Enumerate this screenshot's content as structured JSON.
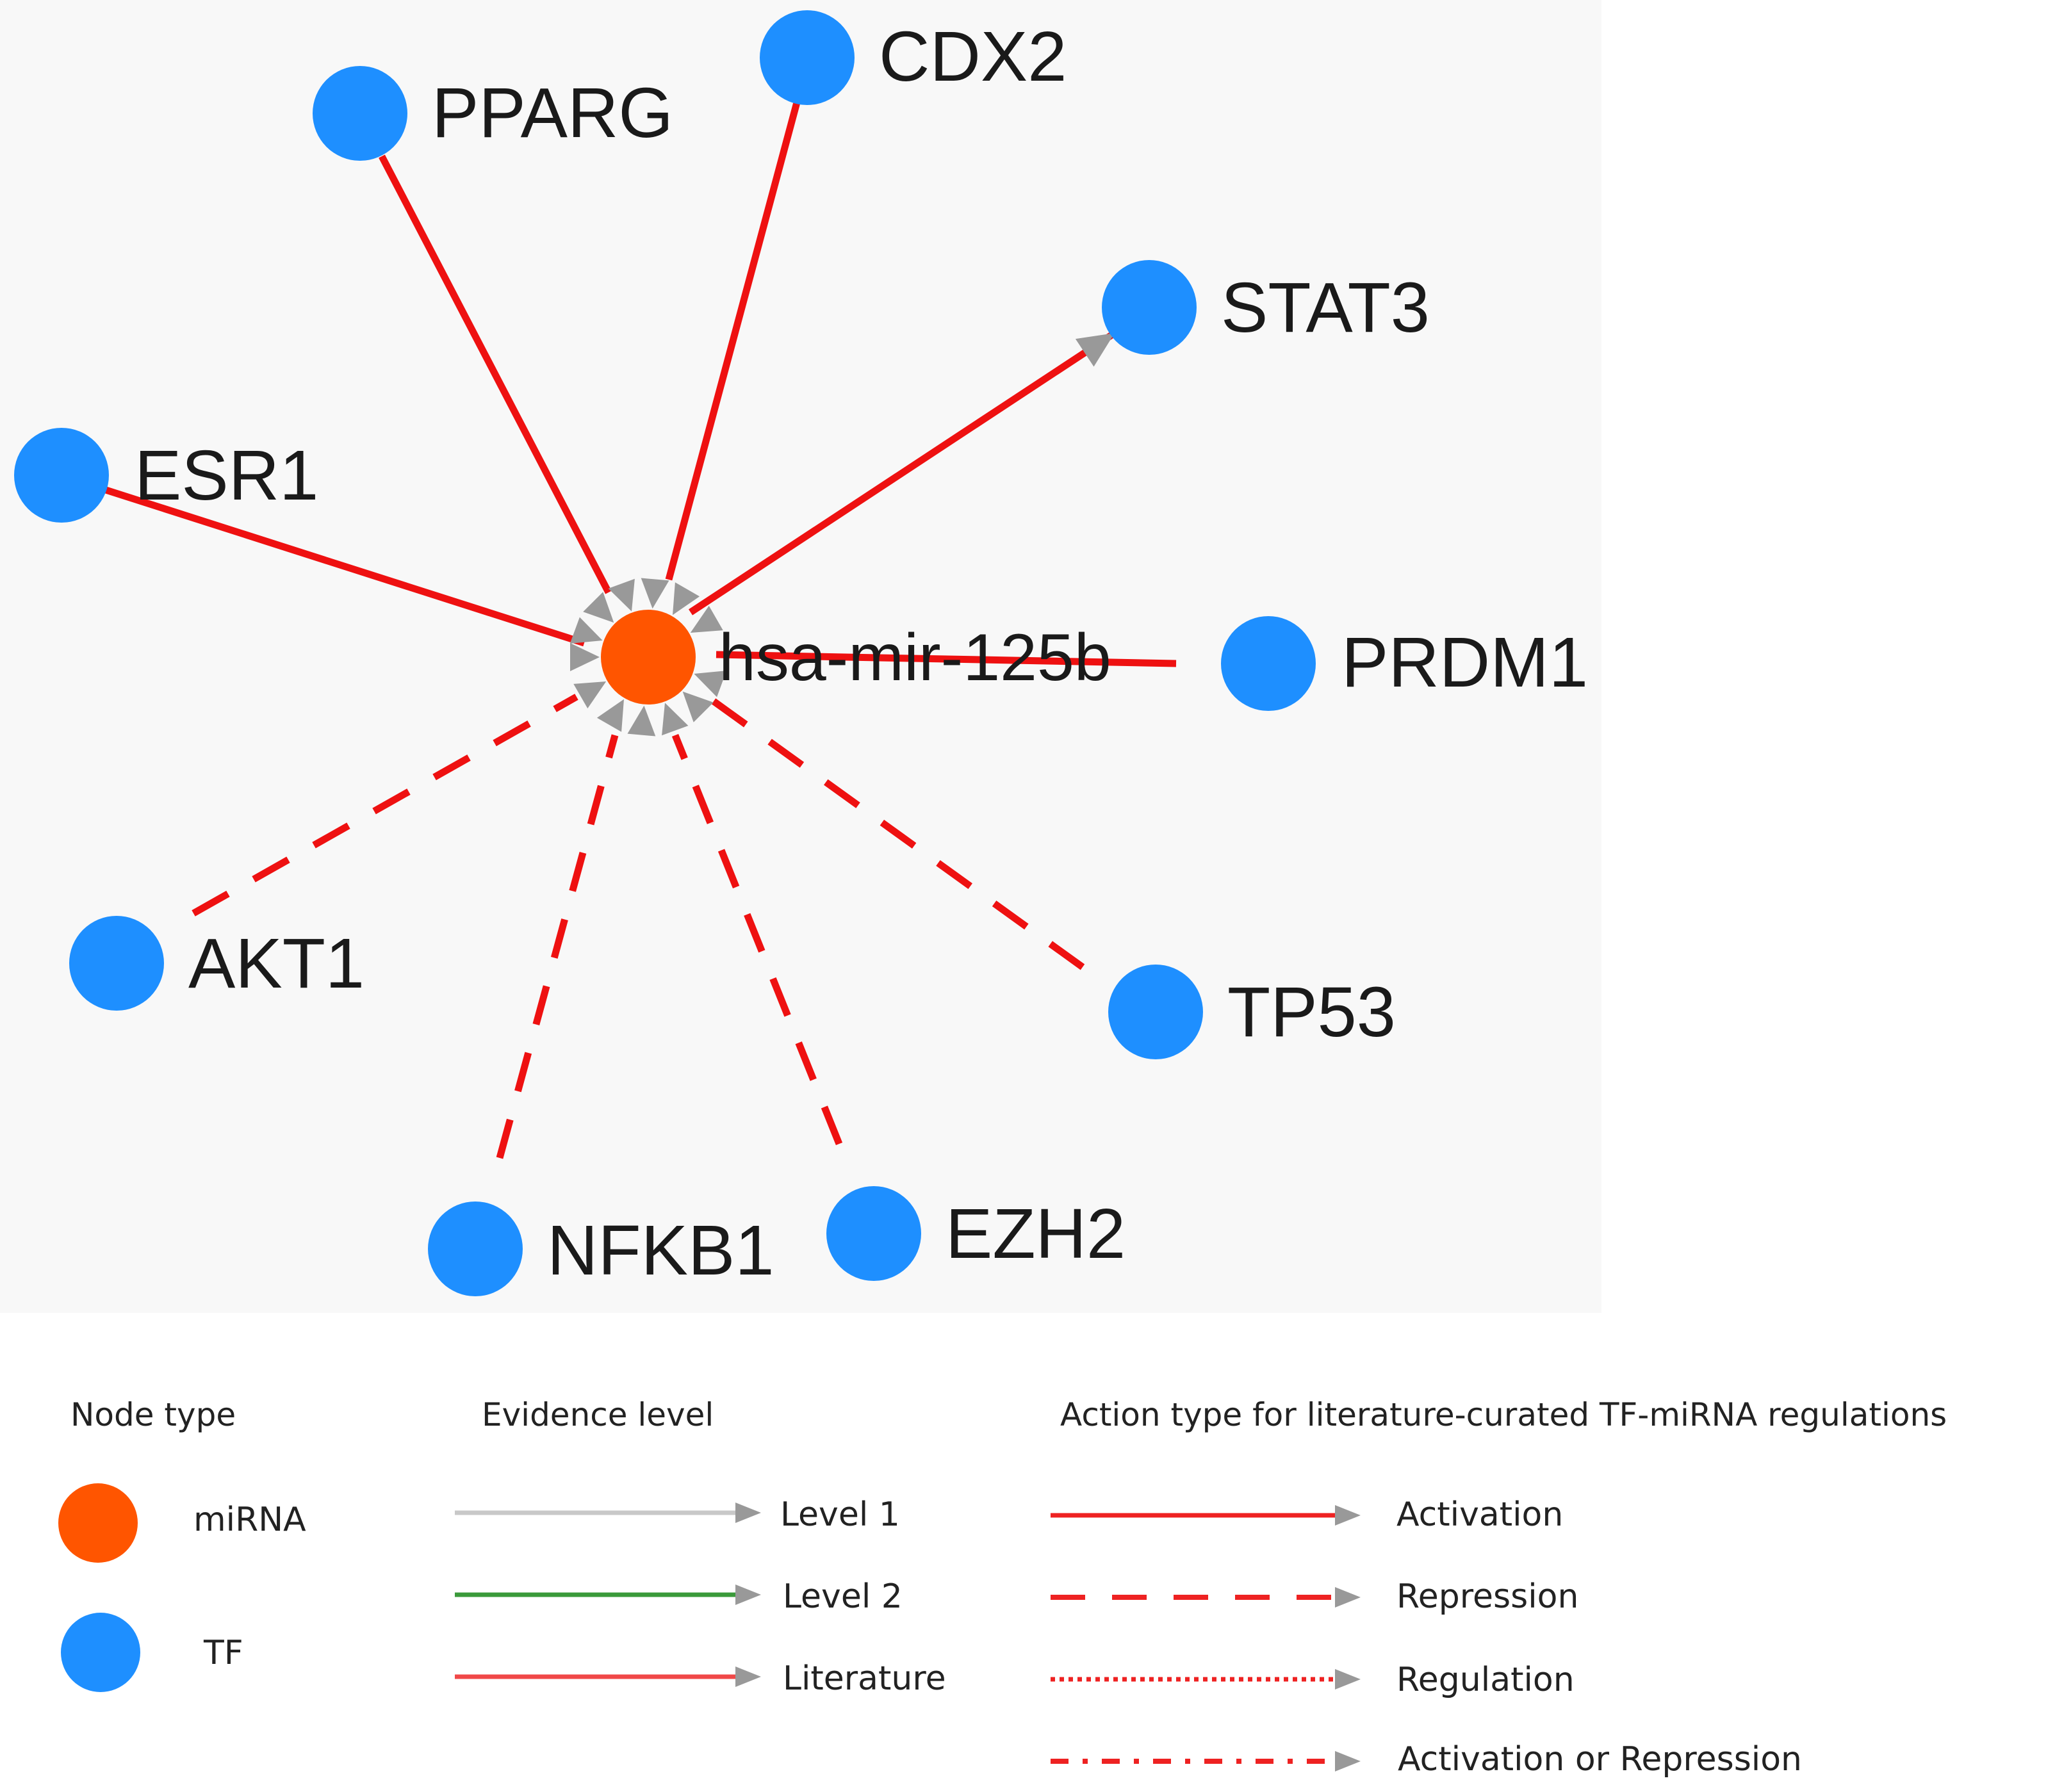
{
  "network": {
    "center": {
      "id": "hsa-mir-125b",
      "label": "hsa-mir-125b",
      "type": "miRNA"
    },
    "nodes": [
      {
        "id": "PPARG",
        "label": "PPARG",
        "type": "TF"
      },
      {
        "id": "CDX2",
        "label": "CDX2",
        "type": "TF"
      },
      {
        "id": "STAT3",
        "label": "STAT3",
        "type": "TF"
      },
      {
        "id": "ESR1",
        "label": "ESR1",
        "type": "TF"
      },
      {
        "id": "PRDM1",
        "label": "PRDM1",
        "type": "TF"
      },
      {
        "id": "AKT1",
        "label": "AKT1",
        "type": "TF"
      },
      {
        "id": "TP53",
        "label": "TP53",
        "type": "TF"
      },
      {
        "id": "NFKB1",
        "label": "NFKB1",
        "type": "TF"
      },
      {
        "id": "EZH2",
        "label": "EZH2",
        "type": "TF"
      }
    ],
    "edges": [
      {
        "from": "PPARG",
        "to": "hsa-mir-125b",
        "evidence": "Literature",
        "action": "Activation"
      },
      {
        "from": "CDX2",
        "to": "hsa-mir-125b",
        "evidence": "Literature",
        "action": "Activation"
      },
      {
        "from": "ESR1",
        "to": "hsa-mir-125b",
        "evidence": "Literature",
        "action": "Activation"
      },
      {
        "from": "hsa-mir-125b",
        "to": "STAT3",
        "evidence": "Literature",
        "action": "Activation"
      },
      {
        "from": "PRDM1",
        "to": "hsa-mir-125b",
        "evidence": "Literature",
        "action": "Activation"
      },
      {
        "from": "AKT1",
        "to": "hsa-mir-125b",
        "evidence": "Literature",
        "action": "Repression"
      },
      {
        "from": "TP53",
        "to": "hsa-mir-125b",
        "evidence": "Literature",
        "action": "Repression"
      },
      {
        "from": "NFKB1",
        "to": "hsa-mir-125b",
        "evidence": "Literature",
        "action": "Repression"
      },
      {
        "from": "EZH2",
        "to": "hsa-mir-125b",
        "evidence": "Literature",
        "action": "Repression"
      }
    ]
  },
  "legend": {
    "node_type": {
      "heading": "Node type",
      "items": [
        {
          "label": "miRNA",
          "color": "#ff5500"
        },
        {
          "label": "TF",
          "color": "#1e8fff"
        }
      ]
    },
    "evidence_level": {
      "heading": "Evidence level",
      "items": [
        {
          "label": "Level 1",
          "color": "#c8c8c8"
        },
        {
          "label": "Level 2",
          "color": "#3a9a3a"
        },
        {
          "label": "Literature",
          "color": "#f04848"
        }
      ]
    },
    "action_type": {
      "heading": "Action type for literature-curated TF-miRNA regulations",
      "items": [
        {
          "label": "Activation",
          "style": "solid"
        },
        {
          "label": "Repression",
          "style": "dashed"
        },
        {
          "label": "Regulation",
          "style": "dotted"
        },
        {
          "label": "Activation or Repression",
          "style": "dash-dot"
        }
      ]
    }
  },
  "colors": {
    "mirna": "#ff5500",
    "tf": "#1e8fff",
    "edge": "#ee1111",
    "arrowhead": "#999999"
  }
}
